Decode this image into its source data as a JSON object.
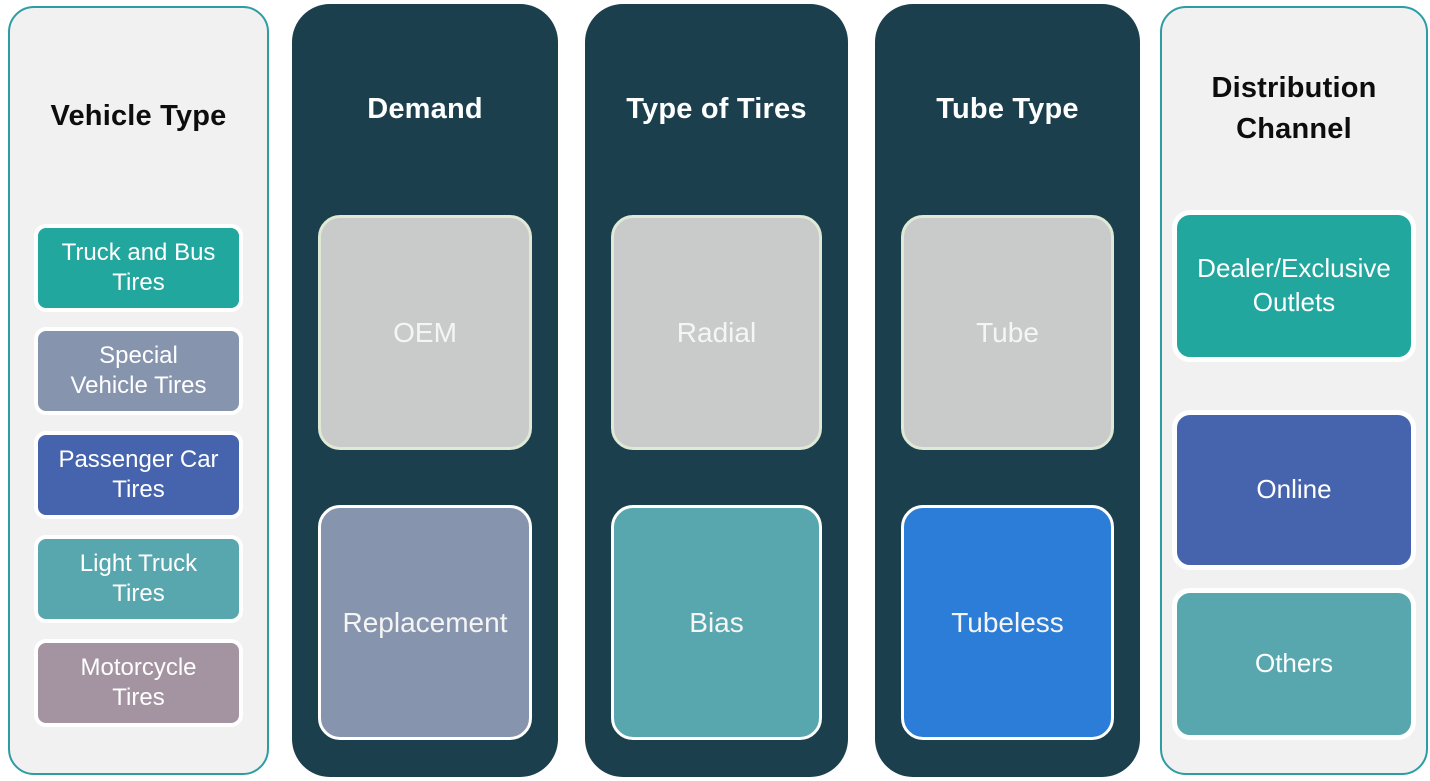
{
  "page": {
    "background": "#ffffff"
  },
  "theme": {
    "dark_panel": "#1b3f4c",
    "light_panel": "#f0f1f0",
    "light_panel_border": "#2d9da4",
    "gray_box_fill": "#c9cbca",
    "gray_box_border": "#dfe9d6",
    "white": "#ffffff"
  },
  "columns": [
    {
      "label": "Vehicle Type",
      "theme": "light",
      "items": [
        {
          "label": "Truck and Bus\nTires",
          "color": "#22a79f"
        },
        {
          "label": "Special\nVehicle Tires",
          "color": "#8694ae"
        },
        {
          "label": "Passenger Car\nTires",
          "color": "#4664ae"
        },
        {
          "label": "Light Truck\nTires",
          "color": "#58a7ae"
        },
        {
          "label": "Motorcycle\nTires",
          "color": "#a494a2"
        }
      ]
    },
    {
      "label": "Demand",
      "theme": "dark",
      "items": [
        {
          "label": "OEM",
          "color": "#c9cbca",
          "border": "#dfe9d6"
        },
        {
          "label": "Replacement",
          "color": "#8694ae",
          "border": "#ffffff"
        }
      ]
    },
    {
      "label": "Type of Tires",
      "theme": "dark",
      "items": [
        {
          "label": "Radial",
          "color": "#c9cbca",
          "border": "#dfe9d6"
        },
        {
          "label": "Bias",
          "color": "#58a7ae",
          "border": "#ffffff"
        }
      ]
    },
    {
      "label": "Tube Type",
      "theme": "dark",
      "items": [
        {
          "label": "Tube",
          "color": "#c9cbca",
          "border": "#dfe9d6"
        },
        {
          "label": "Tubeless",
          "color": "#2b7dd8",
          "border": "#ffffff"
        }
      ]
    },
    {
      "label": "Distribution\nChannel",
      "theme": "light",
      "items": [
        {
          "label": "Dealer/Exclusive\nOutlets",
          "color": "#22a79f"
        },
        {
          "label": "Online",
          "color": "#4664ae"
        },
        {
          "label": "Others",
          "color": "#58a7ae"
        }
      ]
    }
  ]
}
